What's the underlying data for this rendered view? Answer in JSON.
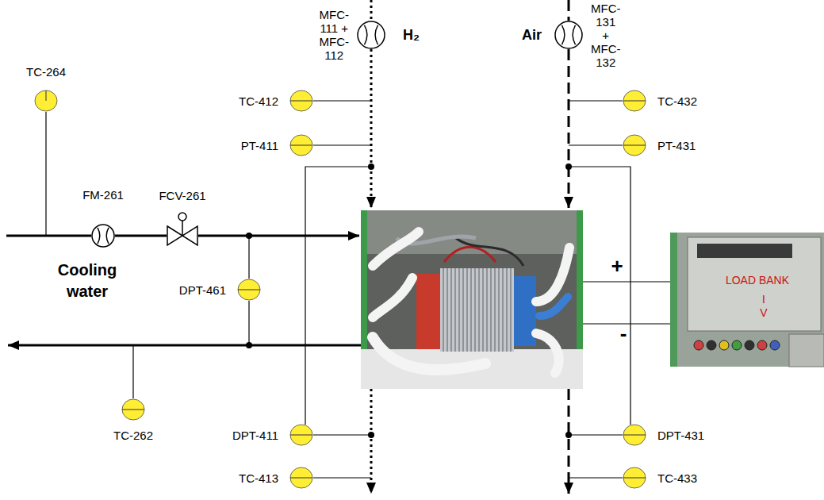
{
  "diagram": {
    "nodes": [
      {
        "text": [
          "MFC-111 + MFC-112",
          "H₂"
        ]
      },
      {
        "text": [
          "Air",
          "MFC-131 + MFC-132"
        ]
      },
      {
        "text": [
          "TC-264"
        ]
      },
      {
        "text": [
          "TC-412"
        ]
      },
      {
        "text": [
          "TC-432"
        ]
      },
      {
        "text": [
          "FM-261"
        ]
      },
      {
        "text": [
          "FCV-261"
        ]
      },
      {
        "text": [
          "PT-411"
        ]
      },
      {
        "text": [
          "PT-431"
        ]
      },
      {
        "text": [
          "DPT-461"
        ]
      },
      {
        "text": [
          "LOAD BANK",
          "I",
          "V"
        ]
      },
      {
        "text": [
          "TC-262"
        ]
      },
      {
        "text": [
          "DPT-411"
        ]
      },
      {
        "text": [
          "DPT-431"
        ]
      },
      {
        "text": [
          "TC-413"
        ]
      },
      {
        "text": [
          "TC-433"
        ]
      }
    ],
    "edges": [
      {
        "from": 5,
        "to": 6,
        "arrow": "none"
      }
    ],
    "labels": [
      "Cooling water",
      "+",
      "-"
    ]
  }
}
